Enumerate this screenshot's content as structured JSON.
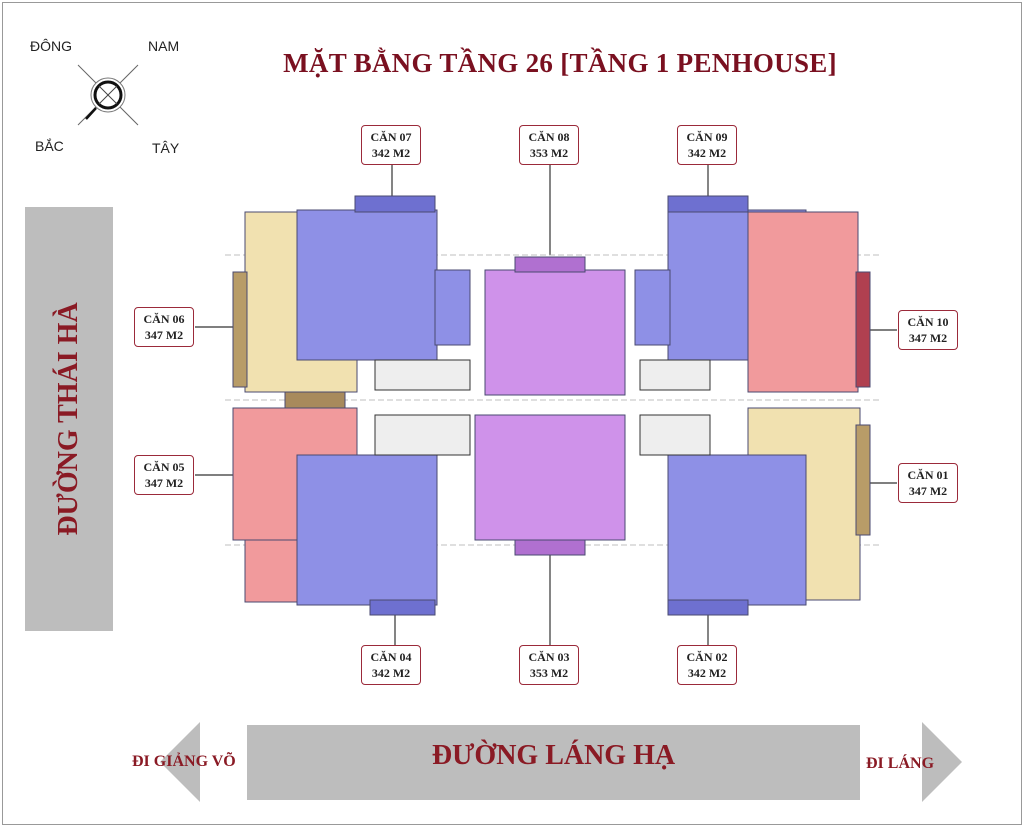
{
  "title": "MẶT BẰNG TẦNG 26 [TẦNG 1 PENHOUSE]",
  "compass": {
    "east": "ĐÔNG",
    "south": "NAM",
    "north": "BẮC",
    "west": "TÂY"
  },
  "roads": {
    "left": "ĐƯỜNG THÁI HÀ",
    "bottom": "ĐƯỜNG LÁNG HẠ",
    "to_left": "ĐI GIẢNG VÕ",
    "to_right": "ĐI LÁNG"
  },
  "units": [
    {
      "name": "CĂN 07",
      "area": "342 M2"
    },
    {
      "name": "CĂN 08",
      "area": "353 M2"
    },
    {
      "name": "CĂN 09",
      "area": "342 M2"
    },
    {
      "name": "CĂN 06",
      "area": "347 M2"
    },
    {
      "name": "CĂN 10",
      "area": "347 M2"
    },
    {
      "name": "CĂN 05",
      "area": "347 M2"
    },
    {
      "name": "CĂN 01",
      "area": "347 M2"
    },
    {
      "name": "CĂN 04",
      "area": "342 M2"
    },
    {
      "name": "CĂN 03",
      "area": "353 M2"
    },
    {
      "name": "CĂN 02",
      "area": "342 M2"
    }
  ],
  "colors": {
    "tan": "#f1e1b0",
    "blue": "#8e90e6",
    "purple": "#cf92ea",
    "red": "#f19a9c",
    "accent": "#7a1020"
  }
}
